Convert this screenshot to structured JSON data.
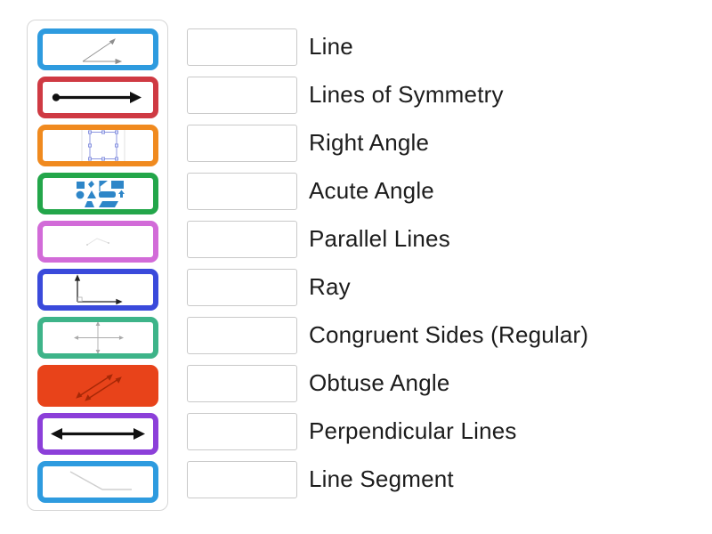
{
  "activity": {
    "kind": "match-up-exercise",
    "background_color": "#ffffff",
    "slot_value": ""
  },
  "tiles": [
    {
      "figure": "acute-angle-sketch",
      "border_color": "#2e9bdf",
      "background": "#ffffff"
    },
    {
      "figure": "ray-dot-arrow",
      "border_color": "#cf3a43",
      "background": "#ffffff"
    },
    {
      "figure": "selected-square",
      "border_color": "#f08a1f",
      "background": "#ffffff"
    },
    {
      "figure": "blue-shape-set",
      "border_color": "#23a64a",
      "background": "#ffffff"
    },
    {
      "figure": "faint-angle-marks",
      "border_color": "#d26bd8",
      "background": "#ffffff"
    },
    {
      "figure": "right-angle-rays",
      "border_color": "#3a4adb",
      "background": "#ffffff"
    },
    {
      "figure": "perpendicular-cross",
      "border_color": "#3eb489",
      "background": "#ffffff"
    },
    {
      "figure": "parallel-slanted-lines",
      "border_color": "#e8431a",
      "background": "#e8431a"
    },
    {
      "figure": "double-headed-arrow",
      "border_color": "#8c3fd9",
      "background": "#ffffff"
    },
    {
      "figure": "obtuse-angle-sketch",
      "border_color": "#2e9bdf",
      "background": "#ffffff"
    }
  ],
  "rows": [
    {
      "label": "Line"
    },
    {
      "label": "Lines of Symmetry"
    },
    {
      "label": "Right Angle"
    },
    {
      "label": "Acute Angle"
    },
    {
      "label": "Parallel Lines"
    },
    {
      "label": "Ray"
    },
    {
      "label": "Congruent Sides (Regular)"
    },
    {
      "label": "Obtuse Angle"
    },
    {
      "label": "Perpendicular Lines"
    },
    {
      "label": "Line Segment"
    }
  ]
}
